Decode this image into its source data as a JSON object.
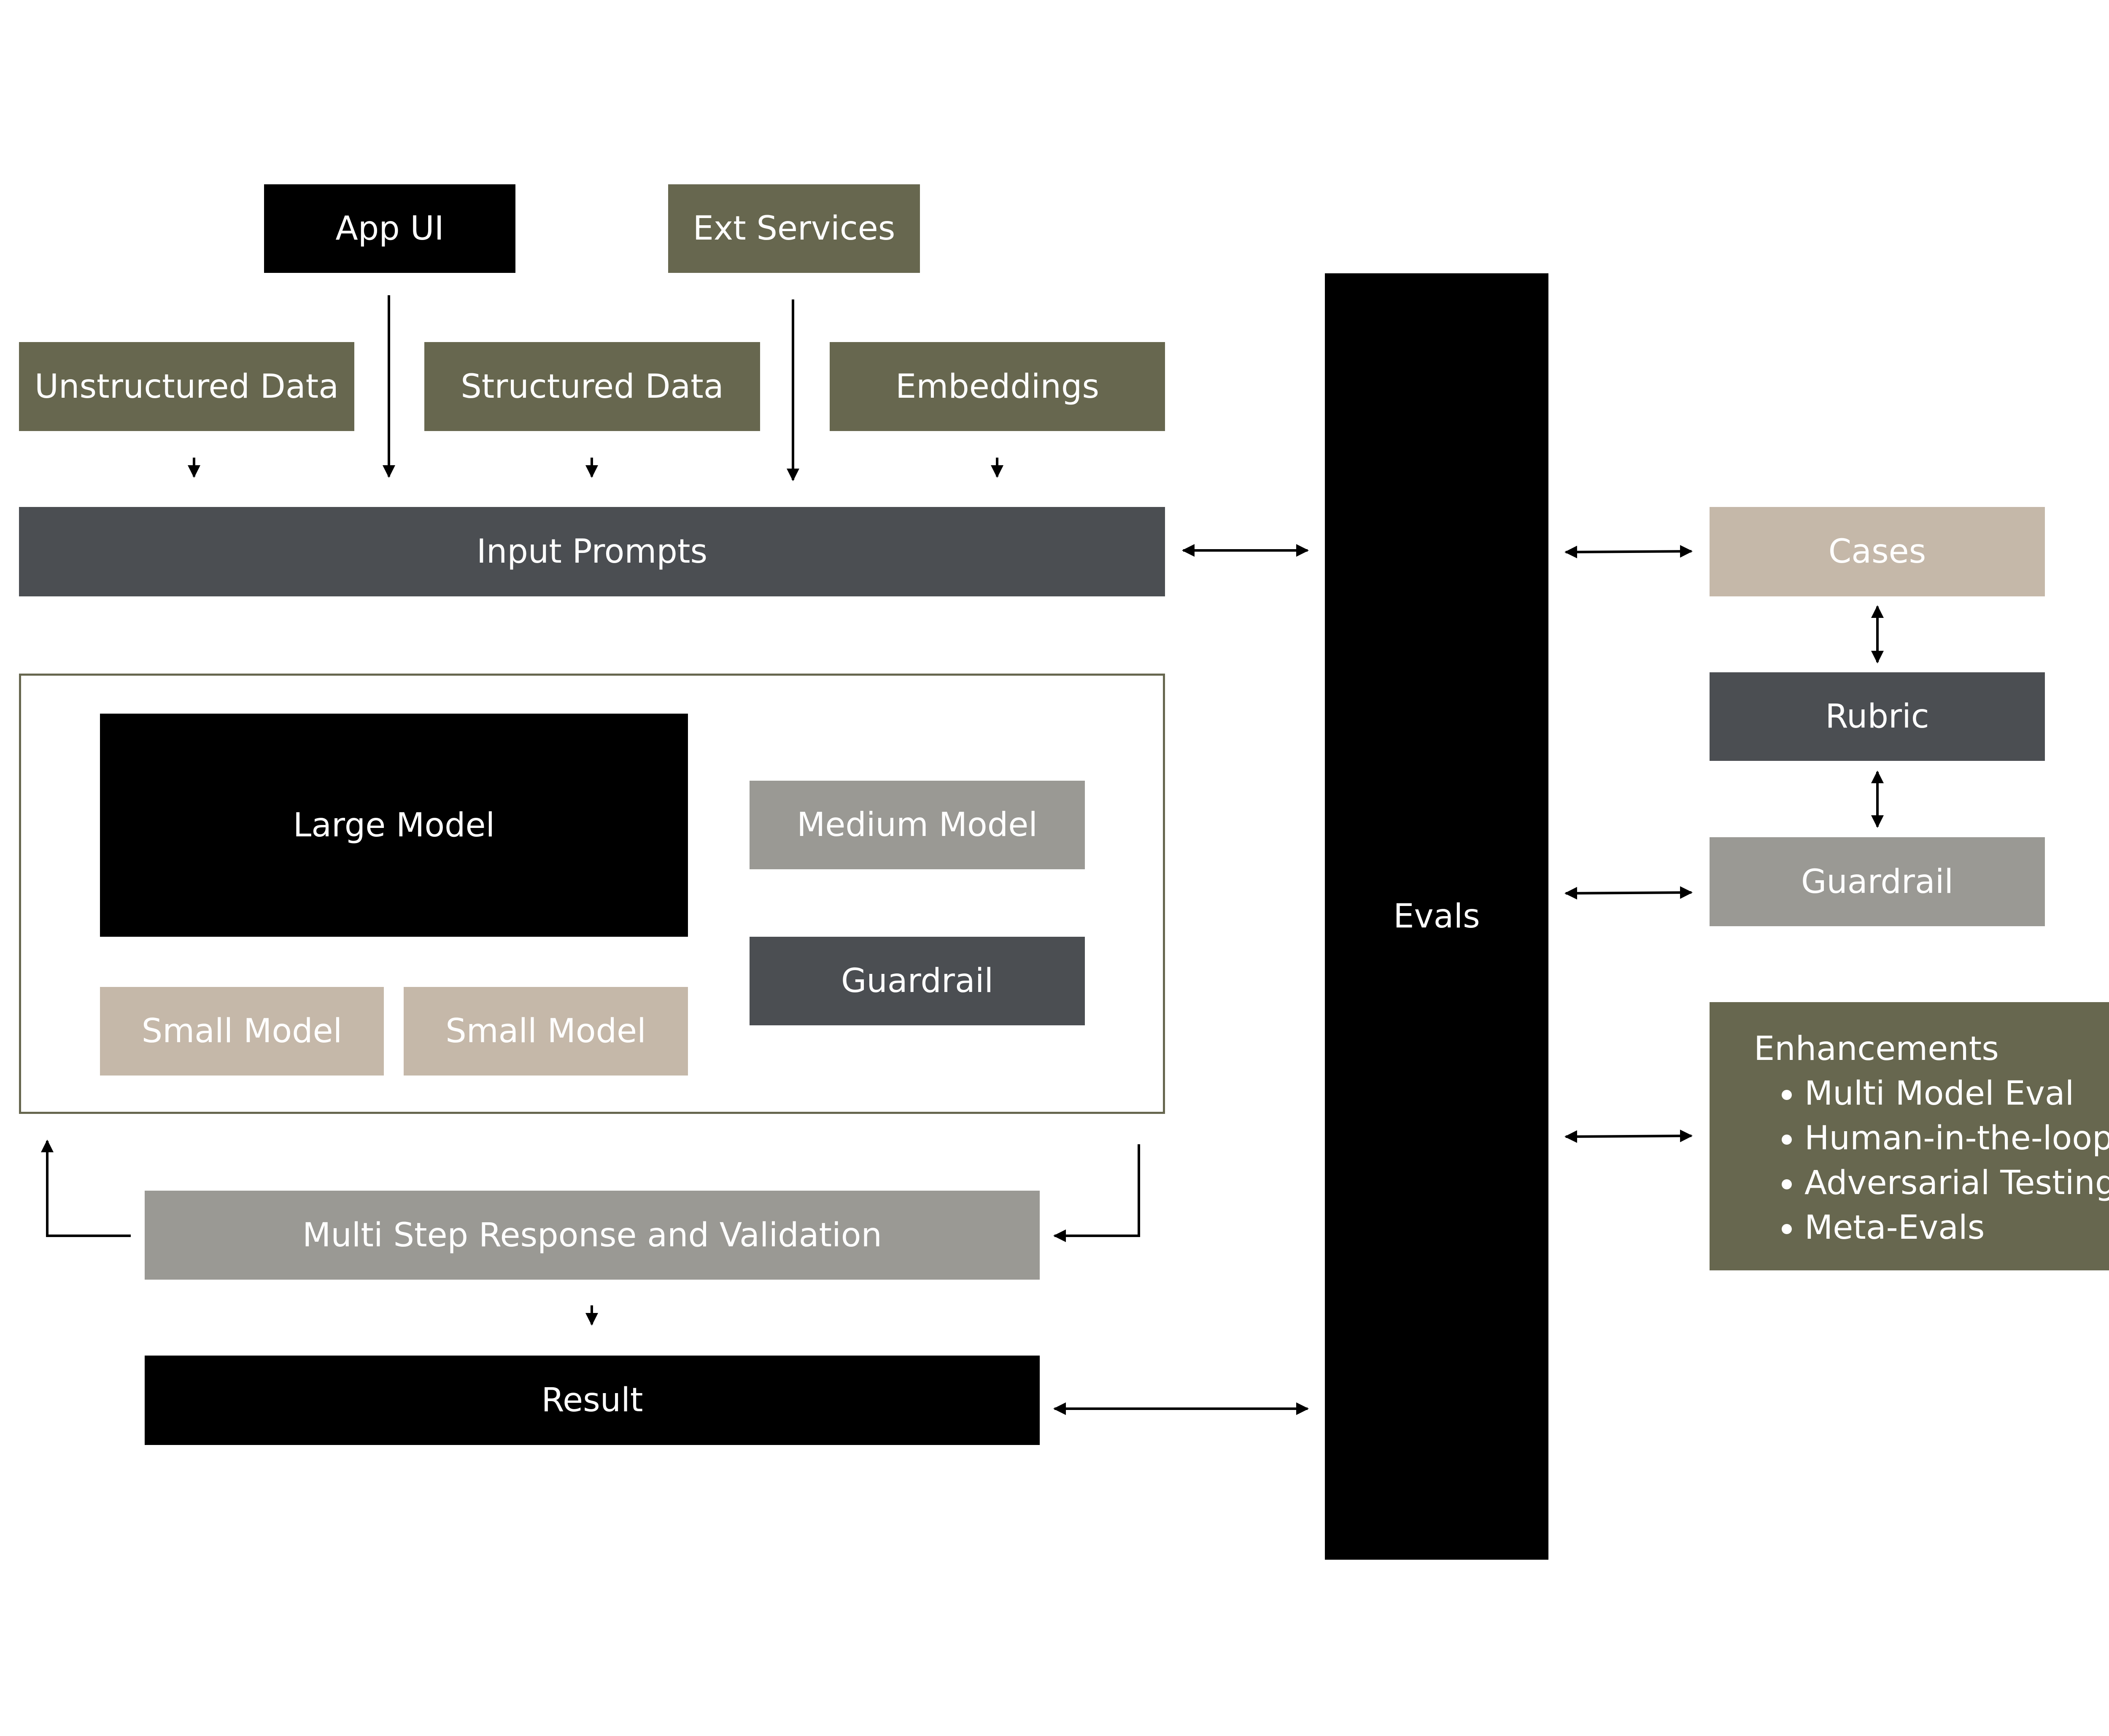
{
  "top_sources": {
    "app_ui": "App UI",
    "ext_services": "Ext Services"
  },
  "data_sources": {
    "unstructured": "Unstructured Data",
    "structured": "Structured Data",
    "embeddings": "Embeddings"
  },
  "input_prompts": "Input Prompts",
  "models": {
    "large": "Large Model",
    "medium": "Medium Model",
    "guardrail": "Guardrail",
    "small_1": "Small Model",
    "small_2": "Small Model"
  },
  "multi_step": "Multi Step Response and Validation",
  "result": "Result",
  "evals": "Evals",
  "eval_side": {
    "cases": "Cases",
    "rubric": "Rubric",
    "guardrail": "Guardrail",
    "enhancements": {
      "title": "Enhancements",
      "items": [
        "Multi Model Eval",
        "Human-in-the-loop",
        "Adversarial Testing",
        "Meta-Evals"
      ]
    }
  },
  "colors": {
    "olive": "#67674f",
    "black": "#000000",
    "slate": "#4b4e52",
    "tan": "#c5b8a9",
    "grey": "#9a9994"
  }
}
